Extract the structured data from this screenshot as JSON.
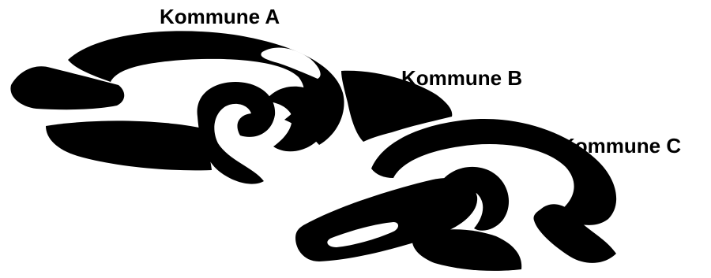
{
  "labels": {
    "a": "Kommune A",
    "b": "Kommune B",
    "c": "Kommune C"
  },
  "colors": {
    "ink": "#000000",
    "paper": "#ffffff"
  },
  "icons": {
    "chain": "chain-links-icon"
  }
}
